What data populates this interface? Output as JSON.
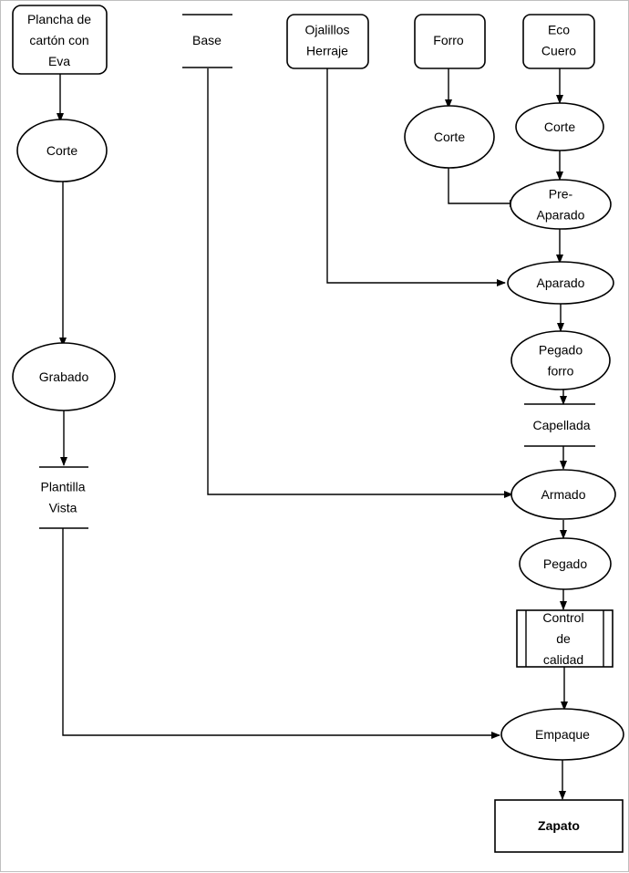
{
  "nodes": {
    "plancha": {
      "lines": [
        "Plancha de",
        "cartón con",
        "Eva"
      ]
    },
    "corte1": {
      "lines": [
        "Corte"
      ]
    },
    "grabado": {
      "lines": [
        "Grabado"
      ]
    },
    "plantilla": {
      "lines": [
        "Plantilla",
        "Vista"
      ]
    },
    "base": {
      "lines": [
        "Base"
      ]
    },
    "ojalillos": {
      "lines": [
        "Ojalillos",
        "Herraje"
      ]
    },
    "forro": {
      "lines": [
        "Forro"
      ]
    },
    "corte2": {
      "lines": [
        "Corte"
      ]
    },
    "ecocuero": {
      "lines": [
        "Eco",
        "Cuero"
      ]
    },
    "corte3": {
      "lines": [
        "Corte"
      ]
    },
    "preaparado": {
      "lines": [
        "Pre-",
        "Aparado"
      ]
    },
    "aparado": {
      "lines": [
        "Aparado"
      ]
    },
    "pegadoforro": {
      "lines": [
        "Pegado",
        "forro"
      ]
    },
    "capellada": {
      "lines": [
        "Capellada"
      ]
    },
    "armado": {
      "lines": [
        "Armado"
      ]
    },
    "pegado": {
      "lines": [
        "Pegado"
      ]
    },
    "control": {
      "lines": [
        "Control",
        "de",
        "calidad"
      ]
    },
    "empaque": {
      "lines": [
        "Empaque"
      ]
    },
    "zapato": {
      "lines": [
        "Zapato"
      ]
    }
  }
}
